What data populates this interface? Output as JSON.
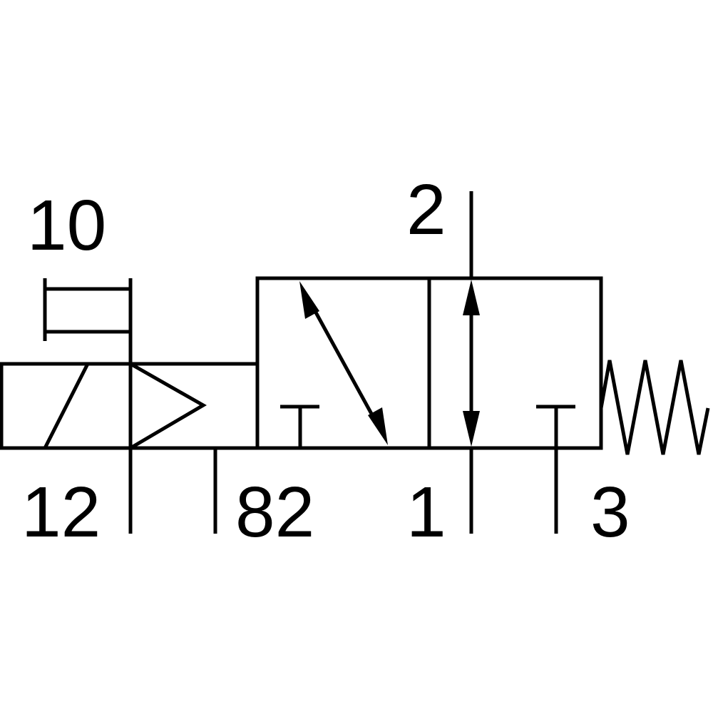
{
  "diagram": {
    "labels": {
      "port_10": "10",
      "port_12": "12",
      "port_82": "82",
      "port_2": "2",
      "port_1": "1",
      "port_3": "3"
    },
    "colors": {
      "stroke": "#000000",
      "background": "#ffffff"
    }
  }
}
